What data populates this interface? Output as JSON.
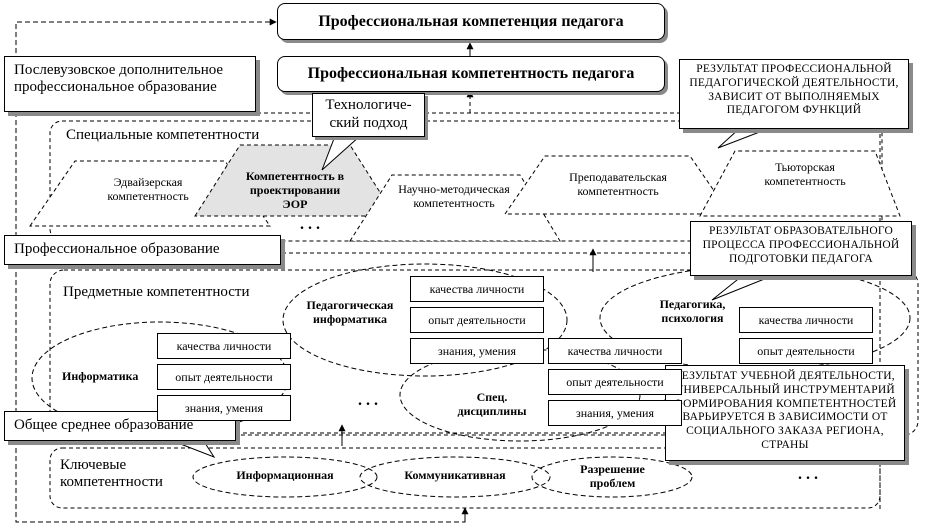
{
  "top": {
    "competence_title": "Профессиональная компетенция педагога",
    "competency_title": "Профессиональная компетентность педагога"
  },
  "stages": {
    "postgraduate": "Послевузовское дополнительное профессиональное образование",
    "professional": "Профессиональное образование",
    "general": "Общее среднее образование"
  },
  "callouts": {
    "tech_approach": "Технологиче-ский подход",
    "result_prof": "Результат профессиональной педагогической деятельности, зависит от выполняемых педагогом функций",
    "result_edu": "Результат образовательного процесса профессиональной подготовки педагога",
    "result_learning": "Результат учебной деятельности, универсальный инструментарий формирования компетентностей варьируется в зависимости от социального заказа региона, страны"
  },
  "special": {
    "title": "Специальные компетентности",
    "advisor": "Эдвайзерская компетентность",
    "eor": "Компетентность в проектировании ЭОР",
    "scientific": "Научно-методическая компетентность",
    "teaching": "Преподавательская компетентность",
    "tutor": "Тьюторская компетентность",
    "ellipsis": ". . ."
  },
  "subject": {
    "title": "Предметные компетентности",
    "ped_informatics": "Педагогическая информатика",
    "informatics": "Информатика",
    "special_disc": "Спец. дисциплины",
    "pedagogy": "Педагогика, психология",
    "quality": "качества личности",
    "experience": "опыт деятельности",
    "knowledge": "знания, умения",
    "ellipsis": ". . ."
  },
  "key": {
    "title": "Ключевые компетентности",
    "informational": "Информационная",
    "communicative": "Коммуникативная",
    "problem": "Разрешение проблем",
    "ellipsis": ". . ."
  }
}
